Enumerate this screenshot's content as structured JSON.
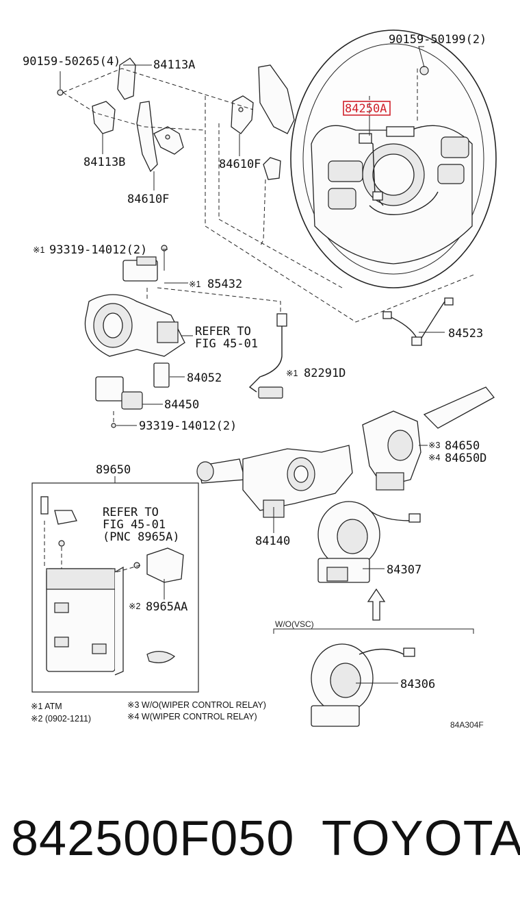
{
  "callouts": {
    "c_90159_50265": "90159-50265(4)",
    "c_84113A": "84113A",
    "c_84113B": "84113B",
    "c_84610F_left": "84610F",
    "c_84610F_mid": "84610F",
    "c_90159_50199": "90159-50199(2)",
    "c_84250A": "84250A",
    "c_93319_14012_top": "93319-14012(2)",
    "c_85432": "85432",
    "c_refer_fig_1": "REFER TO",
    "c_refer_fig_2": "FIG 45-01",
    "c_84052": "84052",
    "c_84450": "84450",
    "c_93319_14012_bot": "93319-14012(2)",
    "c_82291D": "82291D",
    "c_84523": "84523",
    "c_84650": "84650",
    "c_84650D": "84650D",
    "c_89650": "89650",
    "c_box_refer_1": "REFER TO",
    "c_box_refer_2": "FIG 45-01",
    "c_box_refer_3": "(PNC 8965A)",
    "c_8965AA": "8965AA",
    "c_84140": "84140",
    "c_84307": "84307",
    "c_wo_vsc": "W/O(VSC)",
    "c_84306": "84306",
    "c_figure_code": "84A304F"
  },
  "marks": {
    "m1": "※1",
    "m2": "※2",
    "m3": "※3",
    "m4": "※4"
  },
  "legend": {
    "n1": "※1 ATM",
    "n2": "※2 (0902-1211)",
    "n3": "※3 W/O(WIPER CONTROL RELAY)",
    "n4": "※4 W(WIPER CONTROL RELAY)"
  },
  "footer": {
    "part_number": "842500F050",
    "brand": "TOYOTA"
  },
  "highlight_color": "#d0202a"
}
